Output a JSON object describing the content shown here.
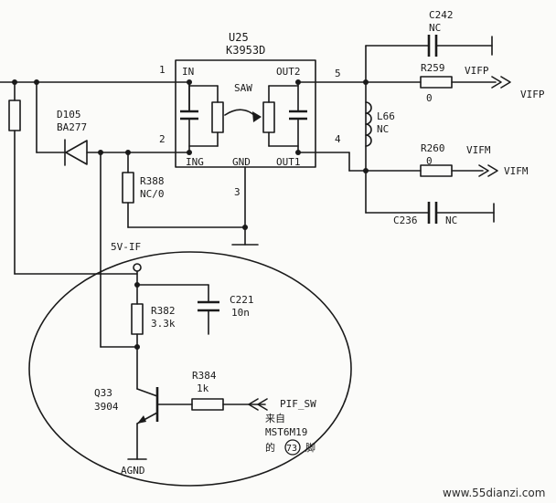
{
  "ic": {
    "ref": "U25",
    "part": "K3953D",
    "pin_in": "IN",
    "pin_ing": "ING",
    "pin_gnd": "GND",
    "pin_out2": "OUT2",
    "pin_out1": "OUT1",
    "saw": "SAW",
    "n1": "1",
    "n2": "2",
    "n3": "3",
    "n4": "4",
    "n5": "5"
  },
  "d105": {
    "ref": "D105",
    "part": "BA277"
  },
  "r388": {
    "ref": "R388",
    "value": "NC/0"
  },
  "c242": {
    "ref": "C242",
    "value": "NC"
  },
  "l66": {
    "ref": "L66",
    "value": "NC"
  },
  "r259": {
    "ref": "R259",
    "value": "0"
  },
  "r260": {
    "ref": "R260",
    "value": "0"
  },
  "c236": {
    "ref": "C236",
    "value": "NC"
  },
  "vifp_in": "VIFP",
  "vifp_out": "VIFP",
  "vifm_in": "VIFM",
  "vifm_out": "VIFM",
  "supply": "5V-IF",
  "r382": {
    "ref": "R382",
    "value": "3.3k"
  },
  "c221": {
    "ref": "C221",
    "value": "10n"
  },
  "q33": {
    "ref": "Q33",
    "part": "3904"
  },
  "r384": {
    "ref": "R384",
    "value": "1k"
  },
  "pif_sw": "PIF_SW",
  "source_from": "来自",
  "source_chip": "MST6M19",
  "source_de": "的",
  "source_pin": "73",
  "source_jiao": "脚",
  "agnd": "AGND",
  "watermark": "www.55dianzi.com"
}
